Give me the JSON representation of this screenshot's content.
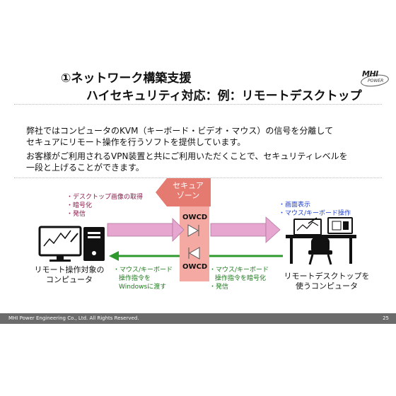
{
  "title": {
    "line1": "①ネットワーク構築支援",
    "line2": "ハイセキュリティ対応：例：リモートデスクトップ"
  },
  "logo": {
    "main": "MHI",
    "sub": "POWER"
  },
  "paragraphs": [
    "弊社ではコンピュータのKVM（キーボード・ビデオ・マウス）の信号を分離して",
    "セキュアにリモート操作を行うソフトを提供しています。",
    "お客様がご利用されるVPN装置と共にご利用いただくことで、セキュリティレベルを",
    "一段と上げることができます。"
  ],
  "diagram": {
    "zone_label": [
      "セキュア",
      "ゾーン"
    ],
    "owcd_top": "OWCD",
    "owcd_bottom": "OWCD",
    "left_top_bullets": [
      "・デスクトップ画像の取得",
      "・暗号化",
      "・発信"
    ],
    "right_top_bullets": [
      "・画面表示",
      "・マウス/キーボード操作"
    ],
    "left_bottom_bullets": [
      "・マウス/キーボード",
      "操作指令を",
      "Windowsに渡す"
    ],
    "right_bottom_bullets": [
      "・マウス/キーボード",
      "操作指令を暗号化",
      "・発信"
    ],
    "left_pc_label": [
      "リモート操作対象の",
      "コンピュータ"
    ],
    "right_pc_label": [
      "リモートデスクトップを",
      "使うコンピュータ"
    ],
    "colors": {
      "zone": "#f4a9a3",
      "zone_arrow": "#e57a70",
      "pink_arrow": "#e6a6cf",
      "green_arrow": "#2e9a2e",
      "left_text": "#8b1a4a",
      "right_text": "#1f3fd0",
      "green_text": "#1d7a1d"
    }
  },
  "footer": {
    "copyright": "MHI Power Engineering Co., Ltd. All Rights Reserved.",
    "page": "25"
  }
}
